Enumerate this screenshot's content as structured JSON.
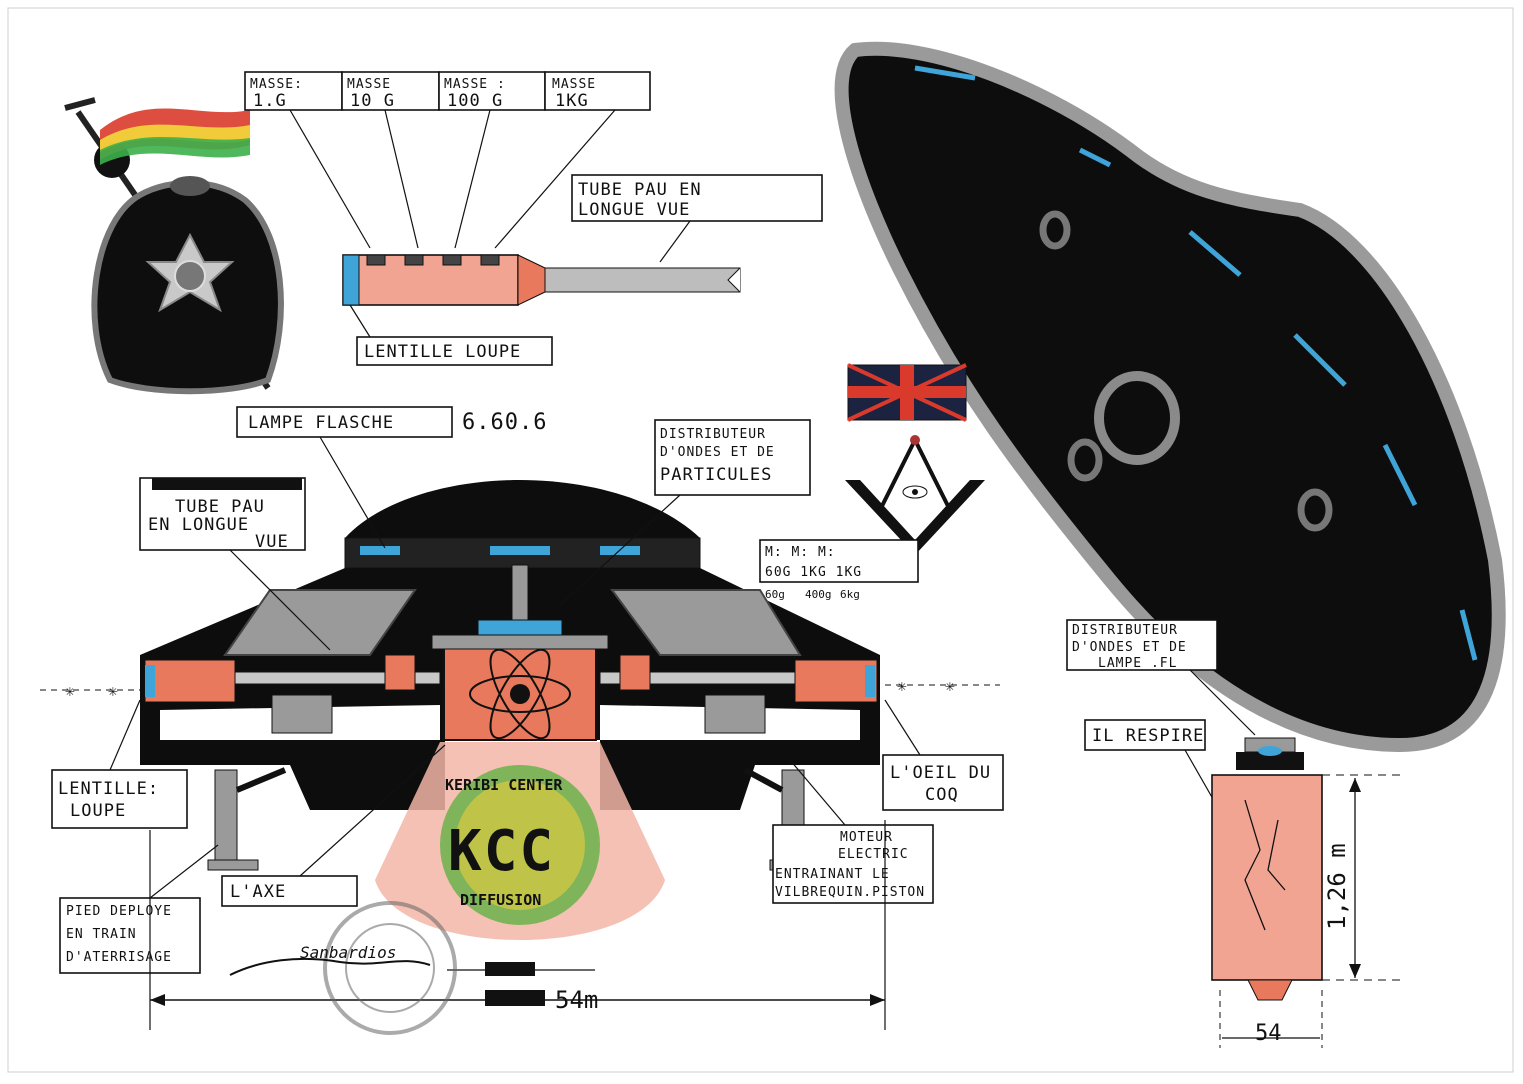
{
  "labels": {
    "masse_1": [
      "MASSE:",
      "1.G"
    ],
    "masse_2": [
      "MASSE",
      "10 G"
    ],
    "masse_3": [
      "MASSE :",
      "100 G"
    ],
    "masse_4": [
      "MASSE",
      "1KG"
    ],
    "tube_pau_top": [
      "TUBE PAU EN",
      "LONGUE VUE"
    ],
    "lentille_loupe_top": "LENTILLE LOUPE",
    "lampe_flasche": "LAMPE FLASCHE",
    "code_number": "6.60.6",
    "distributeur_main": [
      "DISTRIBUTEUR",
      "D'ONDES ET DE",
      "PARTICULES"
    ],
    "tube_pau_left": [
      "TUBE PAU",
      "EN LONGUE",
      "VUE"
    ],
    "masses_small": [
      "M: M: M:",
      "60G 1KG 1KG"
    ],
    "masses_tiny": [
      "60g",
      "400g",
      "6kg"
    ],
    "distributeur_right": [
      "DISTRIBUTEUR",
      "D'ONDES ET DE",
      "LAMPE .FL"
    ],
    "il_respire": "IL RESPIRE",
    "lentille_loupe_left": [
      "LENTILLE:",
      "LOUPE"
    ],
    "oeil_du_coq": [
      "L'OEIL DU",
      "COQ"
    ],
    "moteur": [
      "MOTEUR",
      "ELECTRIC",
      "ENTRAINANT LE",
      "VILBREQUIN.PISTON"
    ],
    "laxe": "L'AXE",
    "pied_deploye": [
      "PIED DEPLOYE",
      "EN TRAIN",
      "D'ATERRISAGE"
    ],
    "dim_width": "54m",
    "dim_height": "1,26 m",
    "dim_small_width": "54",
    "logo_top": "KERIBI CENTER",
    "logo_mid": "KCC",
    "logo_bottom": "DIFFUSION",
    "signature": "Sanbardios"
  },
  "colors": {
    "ink": "#111111",
    "hull": "#0d0d0d",
    "window_blue": "#3fa4d8",
    "chamber_red": "#e8795c",
    "chamber_pink": "#f2a493",
    "flag_red": "#d93a2b",
    "flag_yellow": "#f2d23a",
    "flag_green": "#3db04a",
    "halo_pink": "#f3b6a8",
    "logo_green": "#6bb24a",
    "panel_gray": "#9a9a9a"
  },
  "icons": [
    "police-helmet-icon",
    "union-jack-flag-icon",
    "square-compass-icon",
    "eye-icon",
    "star-icon"
  ]
}
